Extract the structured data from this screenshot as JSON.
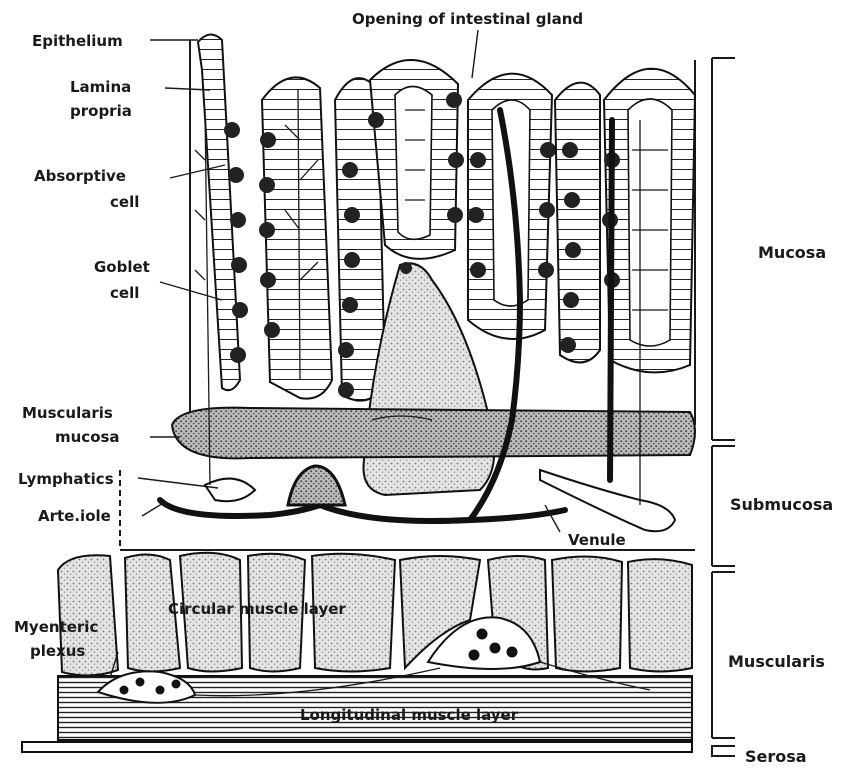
{
  "labels": {
    "epithelium": "Epithelium",
    "lamina_propria_1": "Lamina",
    "lamina_propria_2": "propria",
    "absorptive_cell_1": "Absorptive",
    "absorptive_cell_2": "cell",
    "goblet_cell_1": "Goblet",
    "goblet_cell_2": "cell",
    "opening_gland": "Opening of intestinal gland",
    "muscularis_mucosa_1": "Muscularis",
    "muscularis_mucosa_2": "mucosa",
    "lymphatics": "Lymphatics",
    "arteriole": "Arte.iole",
    "venule": "Venule",
    "circular_muscle": "Circular muscle layer",
    "myenteric_plexus_1": "Myenteric",
    "myenteric_plexus_2": "plexus",
    "longitudinal_muscle": "Longitudinal muscle layer",
    "mucosa": "Mucosa",
    "submucosa": "Submucosa",
    "muscularis": "Muscularis",
    "serosa": "Serosa"
  },
  "colors": {
    "ink": "#1a1a1a",
    "stipple": "#c8c8c8",
    "paper": "#ffffff"
  }
}
